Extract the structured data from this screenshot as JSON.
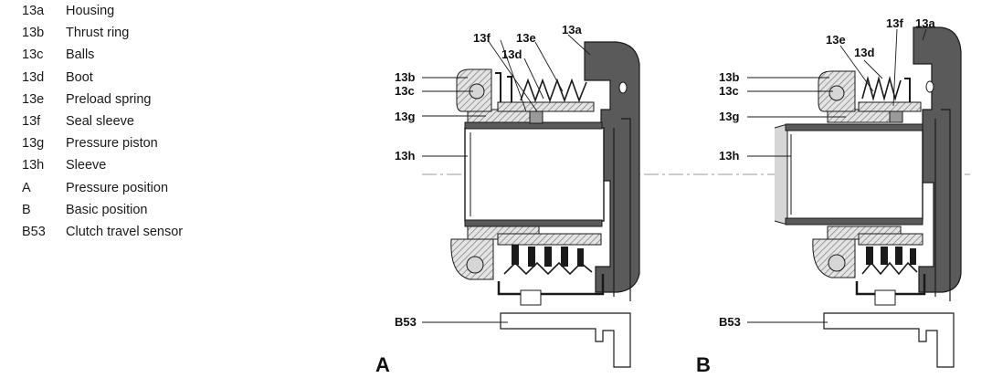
{
  "legend": [
    {
      "key": "13a",
      "text": "Housing"
    },
    {
      "key": "13b",
      "text": "Thrust ring"
    },
    {
      "key": "13c",
      "text": "Balls"
    },
    {
      "key": "13d",
      "text": "Boot"
    },
    {
      "key": "13e",
      "text": "Preload spring"
    },
    {
      "key": "13f",
      "text": "Seal sleeve"
    },
    {
      "key": "13g",
      "text": "Pressure piston"
    },
    {
      "key": "13h",
      "text": "Sleeve"
    },
    {
      "key": "A",
      "text": "Pressure position"
    },
    {
      "key": "B",
      "text": "Basic position"
    },
    {
      "key": "B53",
      "text": "Clutch travel sensor"
    }
  ],
  "panels": [
    {
      "label": "A",
      "callouts": {
        "13a": "13a",
        "13b": "13b",
        "13c": "13c",
        "13d": "13d",
        "13e": "13e",
        "13f": "13f",
        "13g": "13g",
        "13h": "13h",
        "B53": "B53"
      }
    },
    {
      "label": "B",
      "callouts": {
        "13a": "13a",
        "13b": "13b",
        "13c": "13c",
        "13d": "13d",
        "13e": "13e",
        "13f": "13f",
        "13g": "13g",
        "13h": "13h",
        "B53": "B53"
      }
    }
  ],
  "colors": {
    "line": "#1a1a1a",
    "housing_fill": "#5a5a5a",
    "light_fill": "#d6d6d6",
    "mid_fill": "#9a9a9a",
    "centerline": "#9a9a9a"
  }
}
